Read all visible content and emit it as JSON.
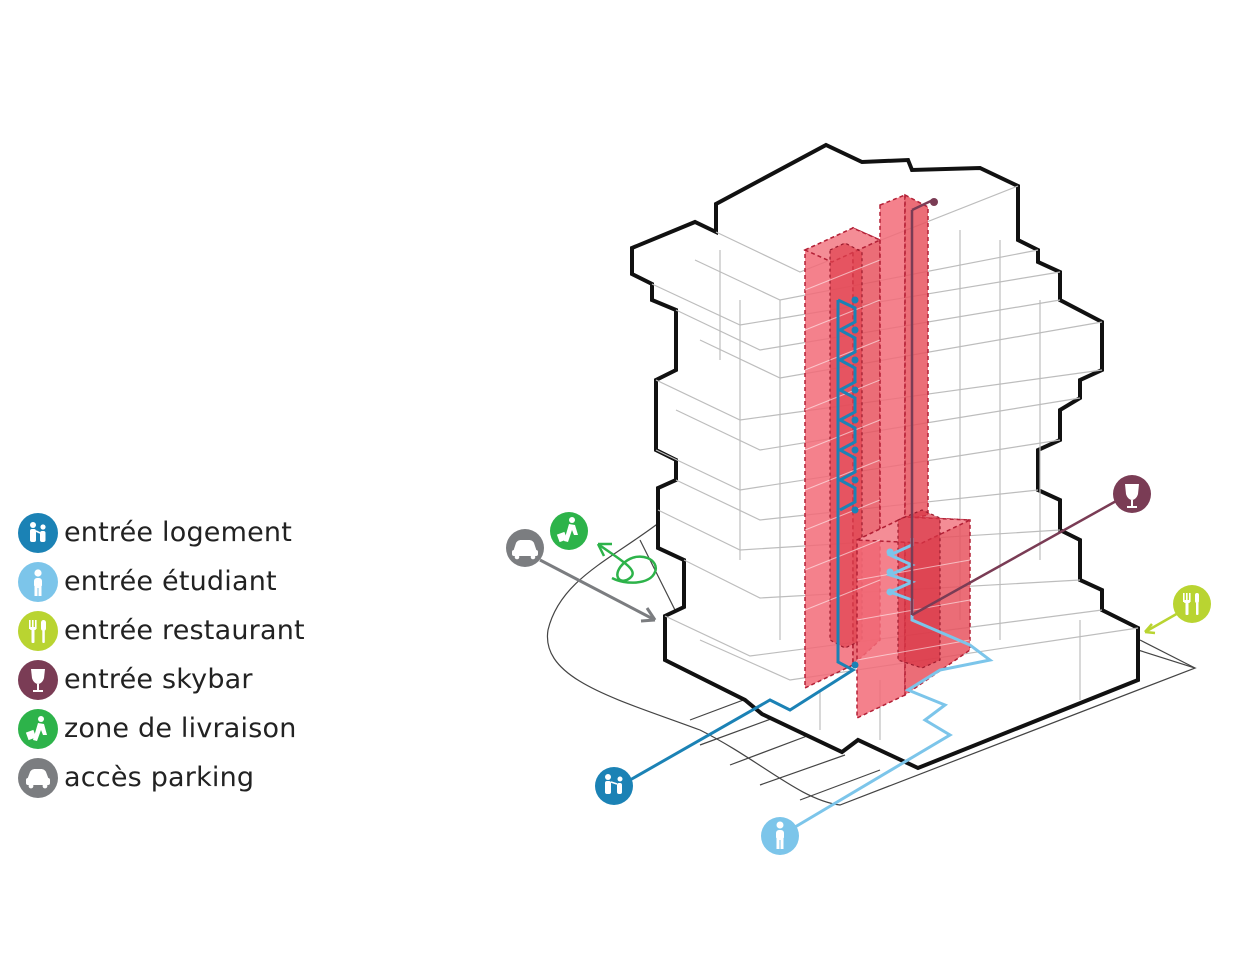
{
  "legend": {
    "items": [
      {
        "key": "logement",
        "label": "entrée logement",
        "icon": "family-icon",
        "color": "#1b82b5"
      },
      {
        "key": "etudiant",
        "label": "entrée étudiant",
        "icon": "person-icon",
        "color": "#7cc5ea"
      },
      {
        "key": "restaurant",
        "label": "entrée restaurant",
        "icon": "cutlery-icon",
        "color": "#b9d431"
      },
      {
        "key": "skybar",
        "label": "entrée skybar",
        "icon": "wine-glass-icon",
        "color": "#7a3c55"
      },
      {
        "key": "livraison",
        "label": "zone de livraison",
        "icon": "delivery-icon",
        "color": "#2db34a"
      },
      {
        "key": "parking",
        "label": "accès parking",
        "icon": "car-icon",
        "color": "#7b7d80"
      }
    ]
  },
  "colors": {
    "core_fill": "#f26b78",
    "core_stroke": "#b32036",
    "outline": "#111111",
    "block_line": "#bdbdbd"
  }
}
